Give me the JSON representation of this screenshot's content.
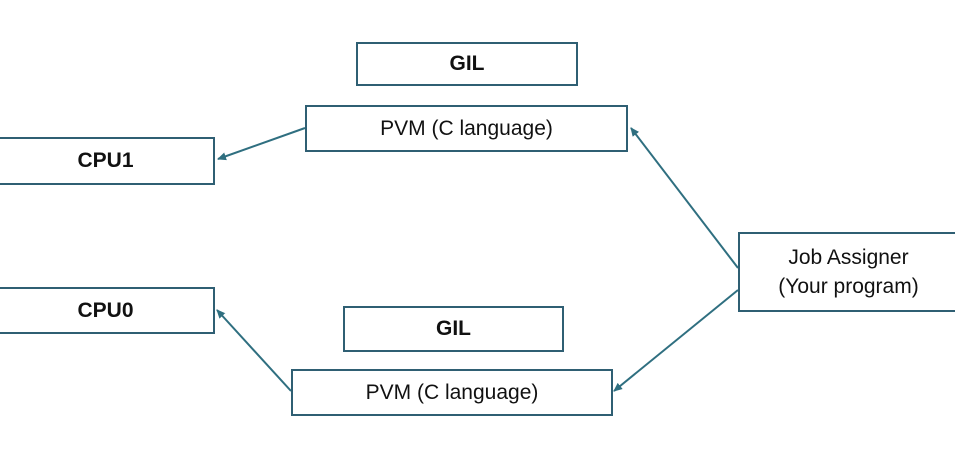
{
  "diagram": {
    "gil_top": "GIL",
    "pvm_top": "PVM (C language)",
    "cpu1": "CPU1",
    "gil_bottom": "GIL",
    "pvm_bottom": "PVM (C language)",
    "cpu0": "CPU0",
    "job_assigner_line1": "Job Assigner",
    "job_assigner_line2": "(Your program)"
  },
  "colors": {
    "border": "#2f5f73",
    "arrow": "#2f6f80",
    "text": "#111111",
    "background": "#ffffff"
  }
}
